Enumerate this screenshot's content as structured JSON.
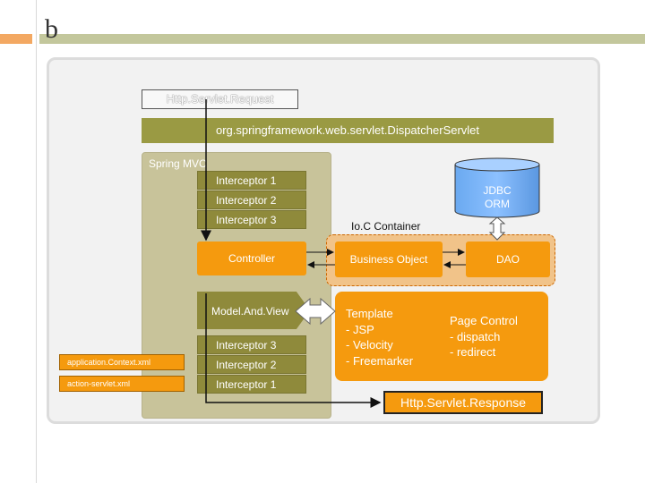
{
  "header": {
    "slide_letter": "b"
  },
  "request": {
    "label": "Http.Servlet.Request"
  },
  "dispatcher": {
    "label": "org.springframework.web.servlet.DispatcherServlet"
  },
  "spring_mvc": {
    "label": "Spring MVC"
  },
  "interceptors_top": [
    "Interceptor 1",
    "Interceptor 2",
    "Interceptor 3"
  ],
  "controller": {
    "label": "Controller"
  },
  "model_and_view": {
    "label": "Model.And.View"
  },
  "interceptors_bottom": [
    "Interceptor 3",
    "Interceptor 2",
    "Interceptor 1"
  ],
  "config_files": [
    "application.Context.xml",
    "action-servlet.xml"
  ],
  "ioc_container": {
    "label": "Io.C Container"
  },
  "business_object": {
    "label": "Business Object"
  },
  "dao": {
    "label": "DAO"
  },
  "database": {
    "line1": "JDBC",
    "line2": "ORM"
  },
  "view": {
    "template": "Template\n- JSP\n- Velocity\n- Freemarker",
    "page_control": "Page Control\n- dispatch\n- redirect"
  },
  "response": {
    "label": "Http.Servlet.Response"
  },
  "colors": {
    "olive": "#8f8a3b",
    "orange": "#f59a0e",
    "panel": "#c8c39a",
    "database": "#6aa9f0"
  }
}
